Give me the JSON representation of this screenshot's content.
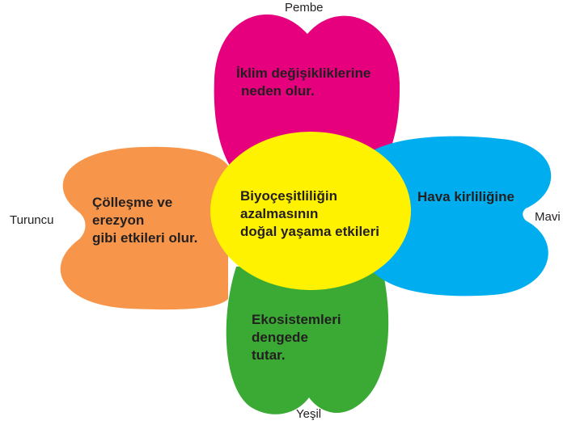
{
  "diagram": {
    "center": {
      "lines": [
        "Biyoçeşitliliğin",
        "azalmasının",
        "doğal yaşama etkileri"
      ],
      "color": "#fff200"
    },
    "petals": {
      "pink": {
        "color_name": "Pembe",
        "color": "#e6007e",
        "lines": [
          "İklim değişikliklerine",
          "neden olur."
        ]
      },
      "blue": {
        "color_name": "Mavi",
        "color": "#00aeef",
        "lines": [
          "Hava kirliliğine"
        ]
      },
      "green": {
        "color_name": "Yeşil",
        "color": "#3aaa35",
        "lines": [
          "Ekosistemleri",
          "dengede",
          "tutar."
        ]
      },
      "orange": {
        "color_name": "Turuncu",
        "color": "#f7964a",
        "lines": [
          "Çölleşme ve",
          "erezyon",
          "gibi etkileri olur."
        ]
      }
    }
  }
}
